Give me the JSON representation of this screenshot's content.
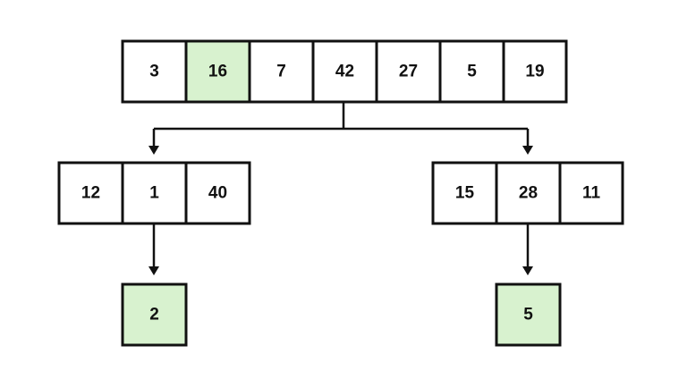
{
  "colors": {
    "highlight": "#d8f2cf",
    "plain": "#ffffff",
    "stroke": "#111111"
  },
  "top_array": {
    "values": [
      "3",
      "16",
      "7",
      "42",
      "27",
      "5",
      "19"
    ],
    "highlight_index": 3
  },
  "left_array": {
    "values": [
      "12",
      "1",
      "40"
    ],
    "highlight_index": 1
  },
  "right_array": {
    "values": [
      "15",
      "28",
      "11"
    ],
    "highlight_index": 1
  },
  "left_result": {
    "value": "2"
  },
  "right_result": {
    "value": "5"
  }
}
